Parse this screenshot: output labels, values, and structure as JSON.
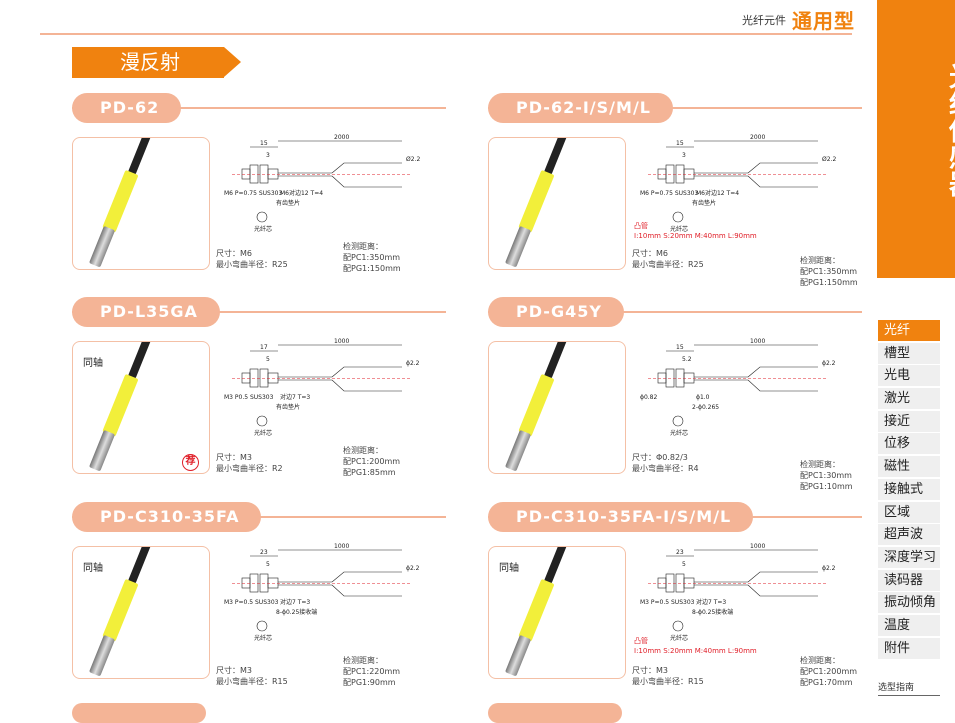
{
  "header": {
    "category": "光纤元件",
    "type": "通用型"
  },
  "sidebar": {
    "title": "光纤传感器",
    "nav": [
      "光纤",
      "槽型",
      "光电",
      "激光",
      "接近",
      "位移",
      "磁性",
      "接触式",
      "区域",
      "超声波",
      "深度学习",
      "读码器",
      "振动倾角",
      "温度",
      "附件"
    ],
    "active": 0,
    "guide": "选型指南"
  },
  "section": "漫反射",
  "colors": {
    "accent": "#f0820f",
    "pill": "#f4b496",
    "note": "#e0202a"
  },
  "labels": {
    "size": "尺寸：",
    "bend": "最小弯曲半径：",
    "detect": "检测距离：",
    "coax": "同轴",
    "recommend": "荐",
    "core": "光纤芯"
  },
  "products": [
    {
      "model": "PD-62",
      "size": "M6",
      "bend": "R25",
      "pc1": "配PC1:350mm",
      "pg1": "配PG1:150mm",
      "coax": false,
      "rec": false,
      "note": null,
      "diagram": {
        "d1": "15",
        "d2": "3",
        "cable": "2000",
        "thread": "M6 P=0.75 SUS303",
        "nut": "M6对边12 T=4",
        "washer": "有齿垫片",
        "dia": "Ø2.2"
      }
    },
    {
      "model": "PD-62-I/S/M/L",
      "size": "M6",
      "bend": "R25",
      "pc1": "配PC1:350mm",
      "pg1": "配PG1:150mm",
      "coax": false,
      "rec": false,
      "note": {
        "title": "凸管",
        "text": "I:10mm S:20mm M:40mm L:90mm"
      },
      "diagram": {
        "d1": "15",
        "d2": "3",
        "cable": "2000",
        "thread": "M6 P=0.75 SUS303",
        "nut": "M6对边12 T=4",
        "washer": "有齿垫片",
        "dia": "Ø2.2"
      }
    },
    {
      "model": "PD-L35GA",
      "size": "M3",
      "bend": "R2",
      "pc1": "配PC1:200mm",
      "pg1": "配PG1:85mm",
      "coax": true,
      "rec": true,
      "note": null,
      "diagram": {
        "d1": "17",
        "d2": "5",
        "cable": "1000",
        "thread": "M3 P0.5 SUS303",
        "nut": "对边7 T=3",
        "washer": "有齿垫片",
        "dia": "ϕ2.2"
      }
    },
    {
      "model": "PD-G45Y",
      "size": "Φ0.82/3",
      "bend": "R4",
      "pc1": "配PC1:30mm",
      "pg1": "配PG1:10mm",
      "coax": false,
      "rec": false,
      "note": null,
      "diagram": {
        "d1": "15",
        "d2": "5.2",
        "cable": "1000",
        "thread": "ϕ0.82",
        "nut": "ϕ1.0",
        "washer": "2-ϕ0.265",
        "dia": "ϕ2.2"
      }
    },
    {
      "model": "PD-C310-35FA",
      "size": "M3",
      "bend": "R15",
      "pc1": "配PC1:220mm",
      "pg1": "配PG1:90mm",
      "coax": true,
      "rec": false,
      "note": null,
      "diagram": {
        "d1": "23",
        "d2": "5",
        "cable": "1000",
        "thread": "M3 P=0.5 SUS303",
        "nut": "对边7 T=3",
        "washer": "8-ϕ0.25接收端",
        "dia": "ϕ2.2"
      }
    },
    {
      "model": "PD-C310-35FA-I/S/M/L",
      "size": "M3",
      "bend": "R15",
      "pc1": "配PC1:200mm",
      "pg1": "配PG1:70mm",
      "coax": true,
      "rec": false,
      "note": {
        "title": "凸管",
        "text": "I:10mm S:20mm M:40mm L:90mm"
      },
      "diagram": {
        "d1": "23",
        "d2": "5",
        "cable": "1000",
        "thread": "M3 P=0.5 SUS303",
        "nut": "对边7 T=3",
        "washer": "8-ϕ0.25接收端",
        "dia": "ϕ2.2"
      }
    }
  ]
}
